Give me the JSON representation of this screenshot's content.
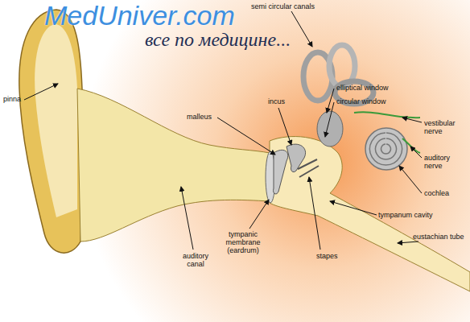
{
  "diagram": {
    "labels": [
      "MedUniver.com",
      "все по медицине...",
      "semi circular canals",
      "pinna",
      "incus",
      "elliptical window",
      "circular window",
      "vestibular nerve",
      "malleus",
      "auditory nerve",
      "cochlea",
      "tympanum cavity",
      "auditory canal",
      "tympanic membrane (eardrum)",
      "stapes",
      "eustachian tube"
    ]
  }
}
